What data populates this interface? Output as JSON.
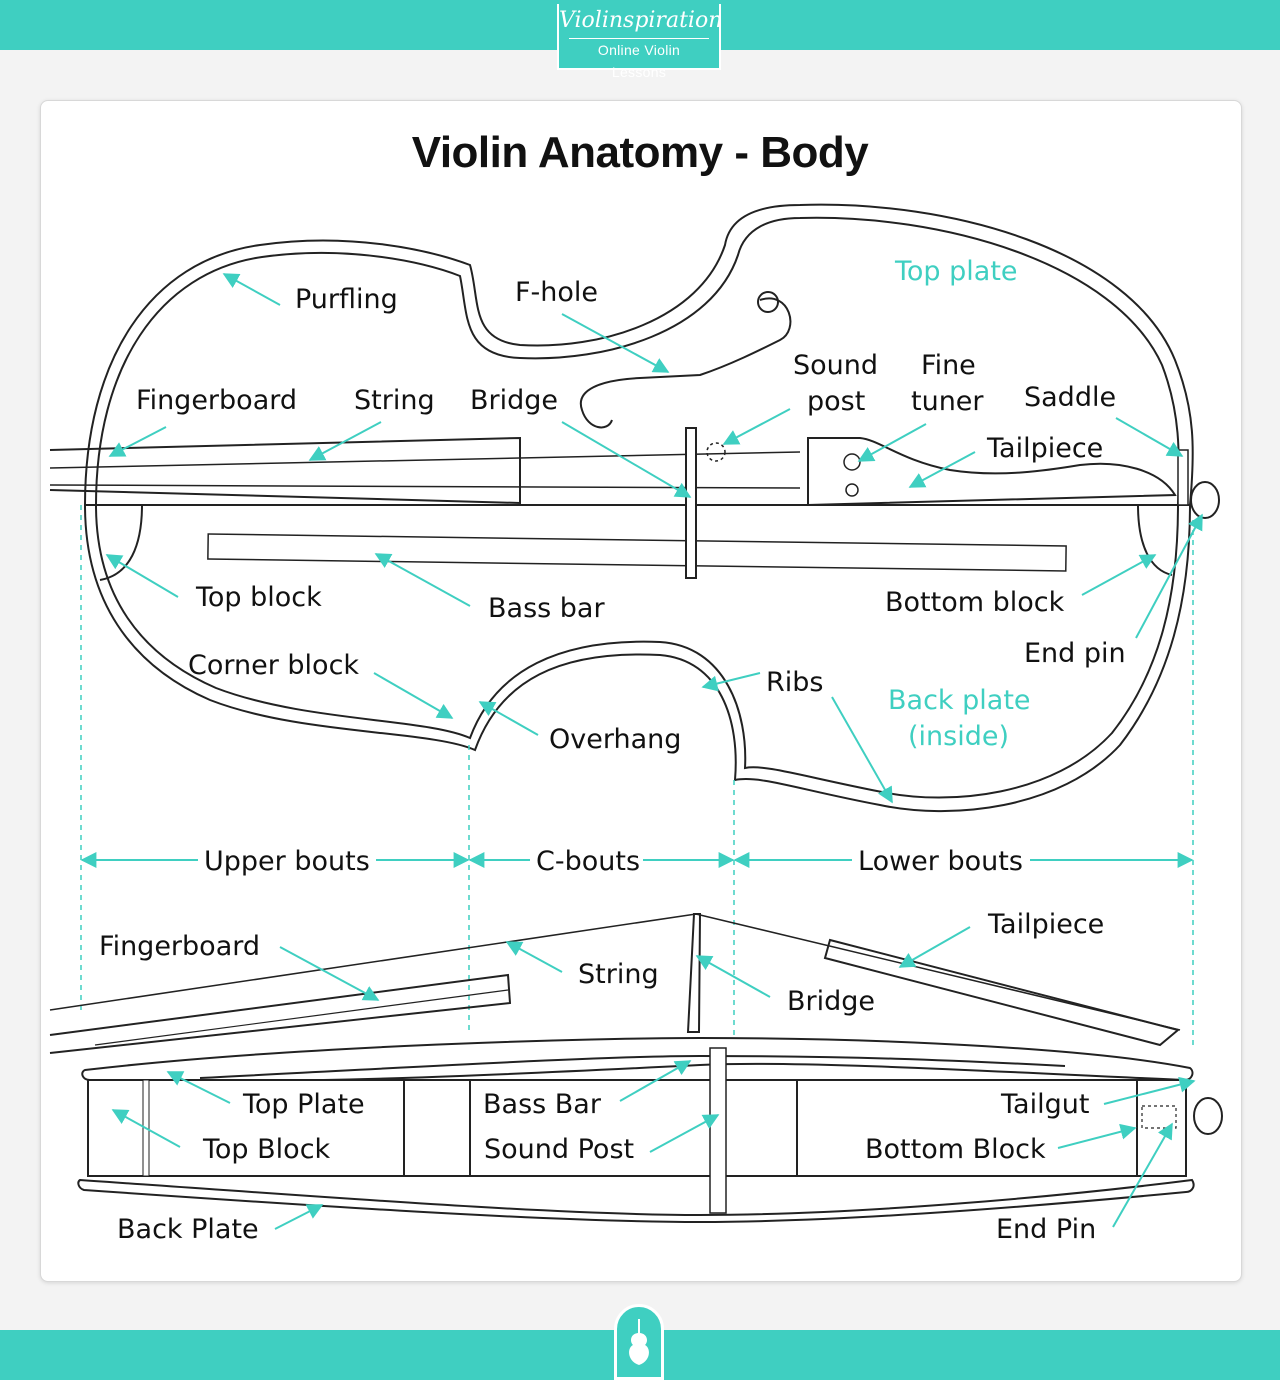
{
  "brand": {
    "logo": "Violinspiration",
    "tagline": "Online Violin Lessons"
  },
  "title": "Violin Anatomy - Body",
  "colors": {
    "accent": "#3fcfc1",
    "text": "#111111",
    "outline": "#222222"
  },
  "top_view": {
    "labels": {
      "purfling": "Purfling",
      "fhole": "F-hole",
      "top_plate": "Top plate",
      "fingerboard": "Fingerboard",
      "string": "String",
      "bridge": "Bridge",
      "sound_post_1": "Sound",
      "sound_post_2": "post",
      "fine_tuner_1": "Fine",
      "fine_tuner_2": "tuner",
      "saddle": "Saddle",
      "tailpiece": "Tailpiece",
      "top_block": "Top block",
      "bass_bar": "Bass bar",
      "bottom_block": "Bottom block",
      "end_pin": "End pin",
      "corner_block": "Corner block",
      "ribs": "Ribs",
      "back_plate_1": "Back plate",
      "back_plate_2": "(inside)",
      "overhang": "Overhang"
    }
  },
  "sections": {
    "upper": "Upper bouts",
    "c": "C-bouts",
    "lower": "Lower bouts"
  },
  "side_view": {
    "labels": {
      "fingerboard": "Fingerboard",
      "string": "String",
      "bridge": "Bridge",
      "tailpiece": "Tailpiece",
      "top_plate": "Top Plate",
      "top_block": "Top Block",
      "bass_bar": "Bass Bar",
      "sound_post": "Sound Post",
      "tailgut": "Tailgut",
      "bottom_block": "Bottom Block",
      "back_plate": "Back Plate",
      "end_pin": "End Pin"
    }
  }
}
